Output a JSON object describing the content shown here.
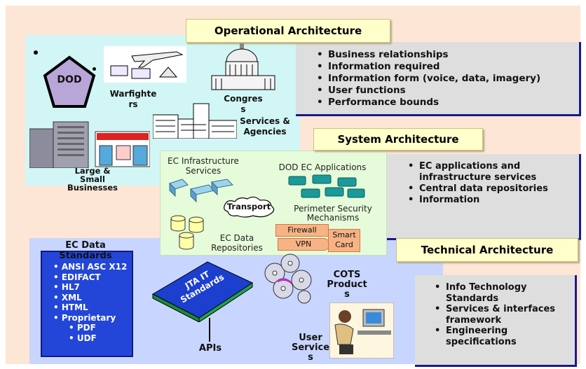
{
  "operational": {
    "title": "Operational Architecture",
    "items": [
      "Business relationships",
      "Information required",
      "Information form (voice, data, imagery)",
      "User functions",
      "Performance bounds"
    ],
    "dod": "DOD",
    "warfighters": "Warfighte\nrs",
    "congress": "Congres\ns",
    "services_agencies": "Services &\nAgencies",
    "businesses": "Large &\nSmall\nBusinesses"
  },
  "system": {
    "title": "System Architecture",
    "items": [
      "EC applications and infrastructure services",
      "Central data repositories",
      "Information"
    ],
    "infra": "EC Infrastructure\nServices",
    "dod_ec_apps": "DOD EC Applications",
    "transport": "Transport",
    "perimeter": "Perimeter Security\nMechanisms",
    "repositories": "EC Data\nRepositories",
    "firewall": "Firewall",
    "vpn": "VPN",
    "smartcard": "Smart\nCard"
  },
  "technical": {
    "title": "Technical Architecture",
    "items": [
      "Info Technology Standards",
      "Services & interfaces framework",
      "Engineering specifications"
    ],
    "ec_data_standards": "EC Data\nStandards",
    "standards": [
      "ANSI ASC X12",
      "EDIFACT",
      "HL7",
      "XML",
      "HTML",
      "Proprietary"
    ],
    "sub_standards": [
      "PDF",
      "UDF"
    ],
    "jta": "JTA IT\nStandards",
    "apis": "APIs",
    "cots": "COTS\nProduct\ns",
    "user_services": "User\nService\ns"
  },
  "colors": {
    "peach": "#fde6d6",
    "op_panel": "#d2f6f6",
    "sys_panel": "#e6fbd9",
    "tech_panel": "#c8d6ff",
    "title_bg": "#ffffcc",
    "blue_std": "#2346d8"
  }
}
